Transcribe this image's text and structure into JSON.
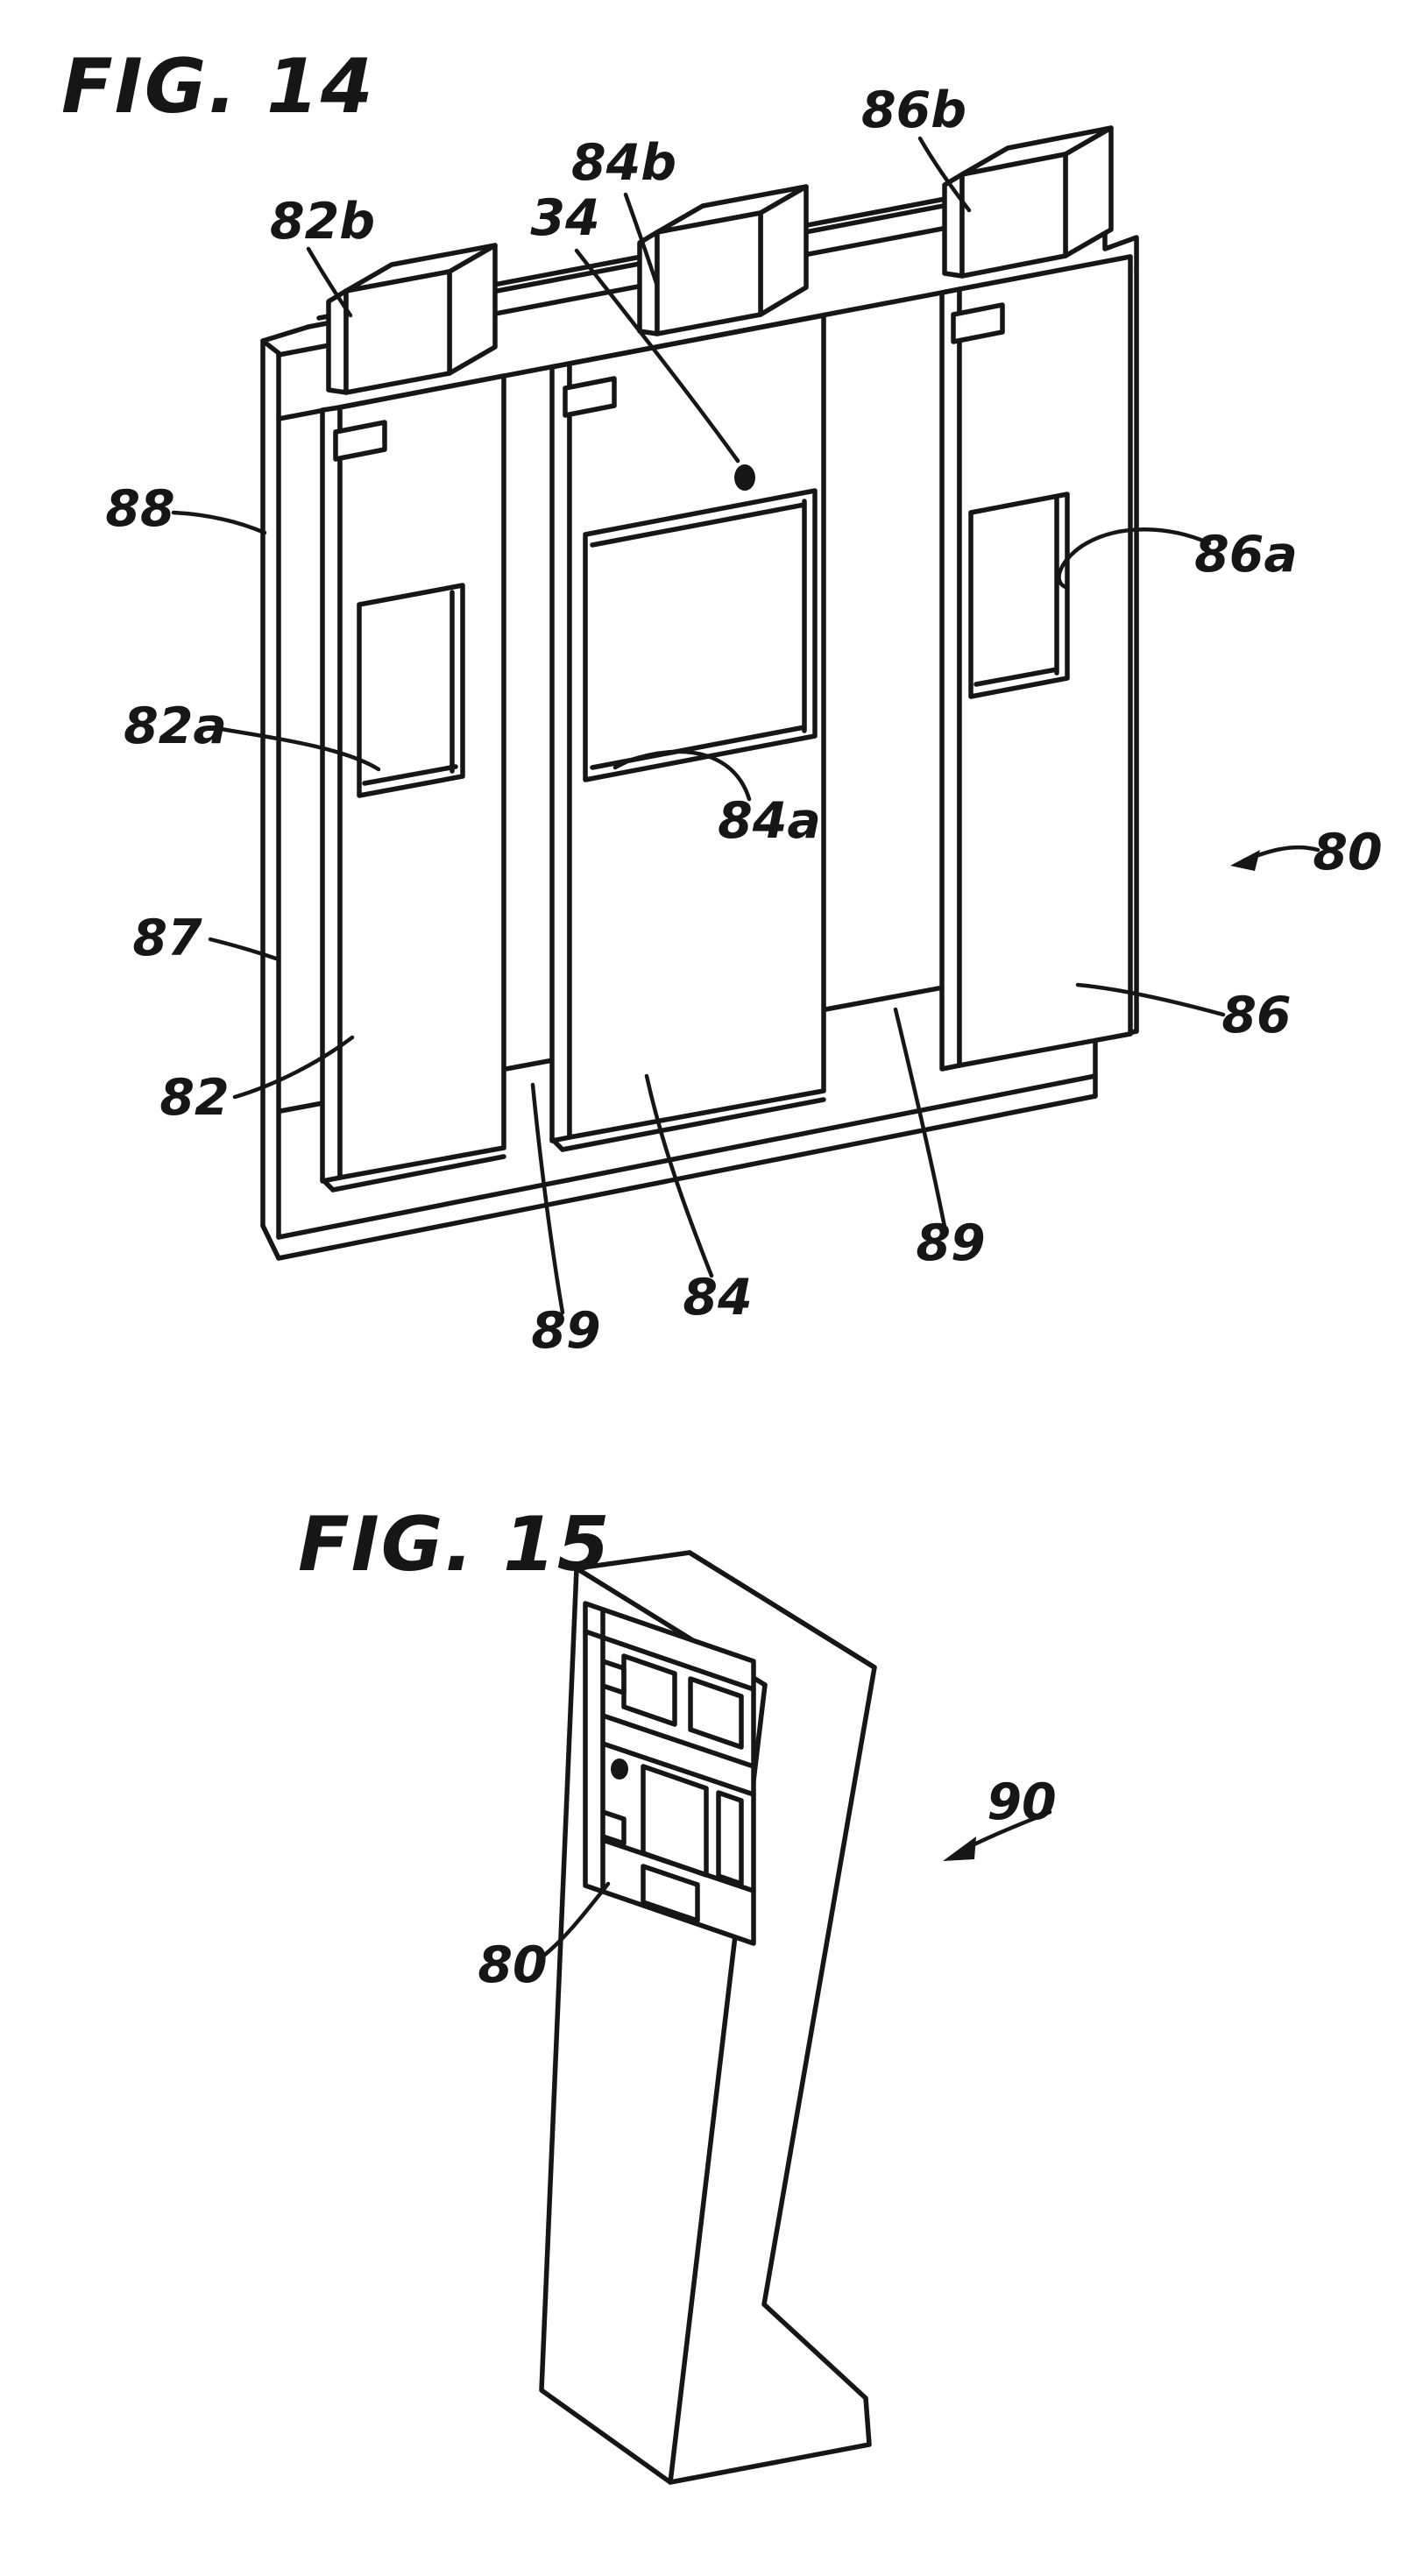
{
  "page": {
    "type": "patent-figure-sheet",
    "background_color": "#ffffff",
    "ink_color": "#161616"
  },
  "figure14": {
    "title": "FIG. 14",
    "labels": {
      "l82b": "82b",
      "l34": "34",
      "l84b": "84b",
      "l86b": "86b",
      "l88": "88",
      "l86a": "86a",
      "l82a": "82a",
      "l84a": "84a",
      "l80": "80",
      "l87": "87",
      "l86": "86",
      "l82": "82",
      "l89L": "89",
      "l84": "84",
      "l89R": "89"
    }
  },
  "figure15": {
    "title": "FIG. 15",
    "labels": {
      "l90": "90",
      "l80": "80"
    }
  }
}
